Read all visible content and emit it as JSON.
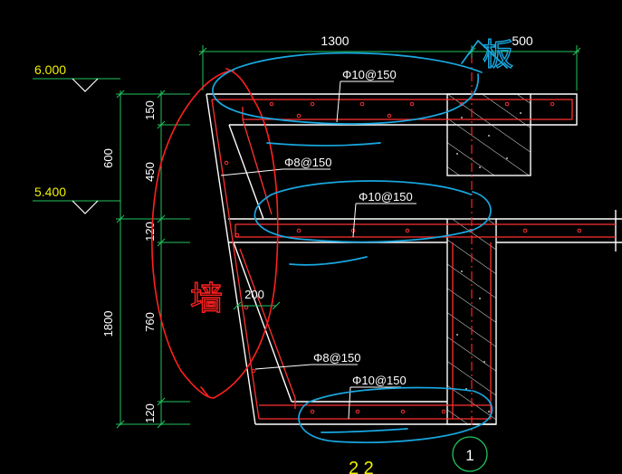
{
  "colors": {
    "background": "#000000",
    "concrete_outline": "#ffffff",
    "rebar": "#ff3030",
    "dimension": "#22c55e",
    "level": "#f0f000",
    "gridline": "#ff2020",
    "hatch": "#e6e6e6",
    "markup_red": "#ff2020",
    "markup_blue": "#18a8e0",
    "axis_circle": "#22c55e"
  },
  "dimensions": {
    "top_left": "1300",
    "top_right": "500",
    "v_600": "600",
    "v_1800": "1800",
    "v_150": "150",
    "v_450": "450",
    "v_120a": "120",
    "v_760": "760",
    "v_120b": "120",
    "wall_200": "200"
  },
  "levels": {
    "upper": "6.000",
    "lower": "5.400"
  },
  "rebar_labels": {
    "top_slab": "Φ10@150",
    "wall_upper": "Φ8@150",
    "mid_slab": "Φ10@150",
    "wall_lower": "Φ8@150",
    "bottom_slab": "Φ10@150"
  },
  "grid": {
    "axis_label": "1",
    "bottom_partial": "2  2"
  },
  "markup": {
    "wall_note": "墙",
    "slab_note": "板"
  },
  "icons": {
    "level_marker": "level-triangle-icon",
    "axis_bubble": "axis-bubble-icon"
  }
}
